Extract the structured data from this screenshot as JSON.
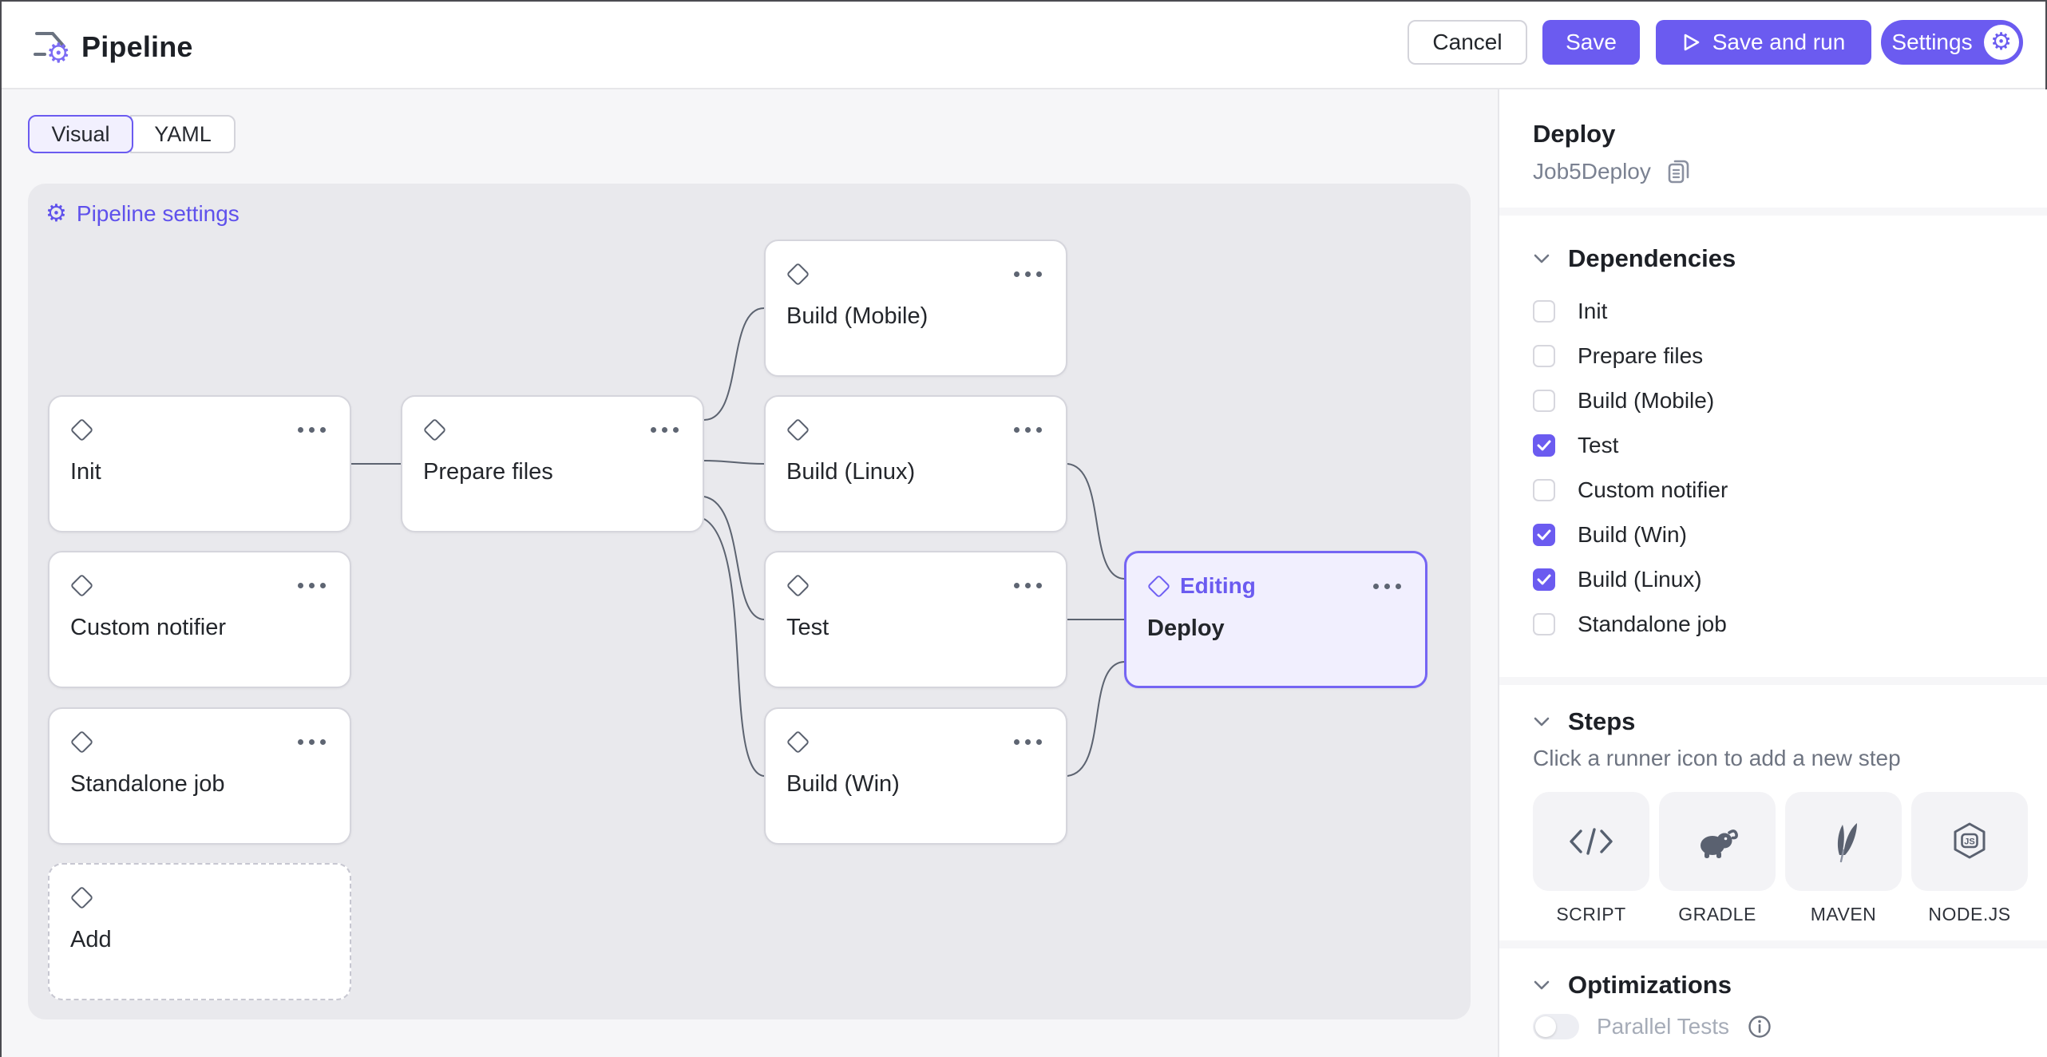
{
  "header": {
    "title": "Pipeline",
    "cancel_label": "Cancel",
    "save_label": "Save",
    "save_and_run_label": "Save and run",
    "settings_label": "Settings"
  },
  "tabs": {
    "visual": "Visual",
    "yaml": "YAML"
  },
  "canvas": {
    "settings_link": "Pipeline settings",
    "nodes": [
      {
        "label": "Init"
      },
      {
        "label": "Custom notifier"
      },
      {
        "label": "Standalone job"
      },
      {
        "label": "Add"
      },
      {
        "label": "Prepare files"
      },
      {
        "label": "Build (Mobile)"
      },
      {
        "label": "Build (Linux)"
      },
      {
        "label": "Test"
      },
      {
        "label": "Build (Win)"
      },
      {
        "label": "Deploy",
        "badge": "Editing"
      }
    ]
  },
  "sidebar": {
    "job_title": "Deploy",
    "job_id": "Job5Deploy",
    "dependencies": {
      "title": "Dependencies",
      "items": [
        {
          "label": "Init",
          "checked": false
        },
        {
          "label": "Prepare files",
          "checked": false
        },
        {
          "label": "Build (Mobile)",
          "checked": false
        },
        {
          "label": "Test",
          "checked": true
        },
        {
          "label": "Custom notifier",
          "checked": false
        },
        {
          "label": "Build (Win)",
          "checked": true
        },
        {
          "label": "Build (Linux)",
          "checked": true
        },
        {
          "label": "Standalone job",
          "checked": false
        }
      ]
    },
    "steps": {
      "title": "Steps",
      "hint": "Click a runner icon to add a new step",
      "runners": [
        {
          "label": "SCRIPT"
        },
        {
          "label": "GRADLE"
        },
        {
          "label": "MAVEN"
        },
        {
          "label": "NODE.JS"
        }
      ]
    },
    "optimizations": {
      "title": "Optimizations",
      "parallel_tests_label": "Parallel Tests"
    }
  },
  "colors": {
    "accent": "#6B5BF0",
    "canvas_bg": "#E9E9ED",
    "edge": "#5C6370"
  }
}
